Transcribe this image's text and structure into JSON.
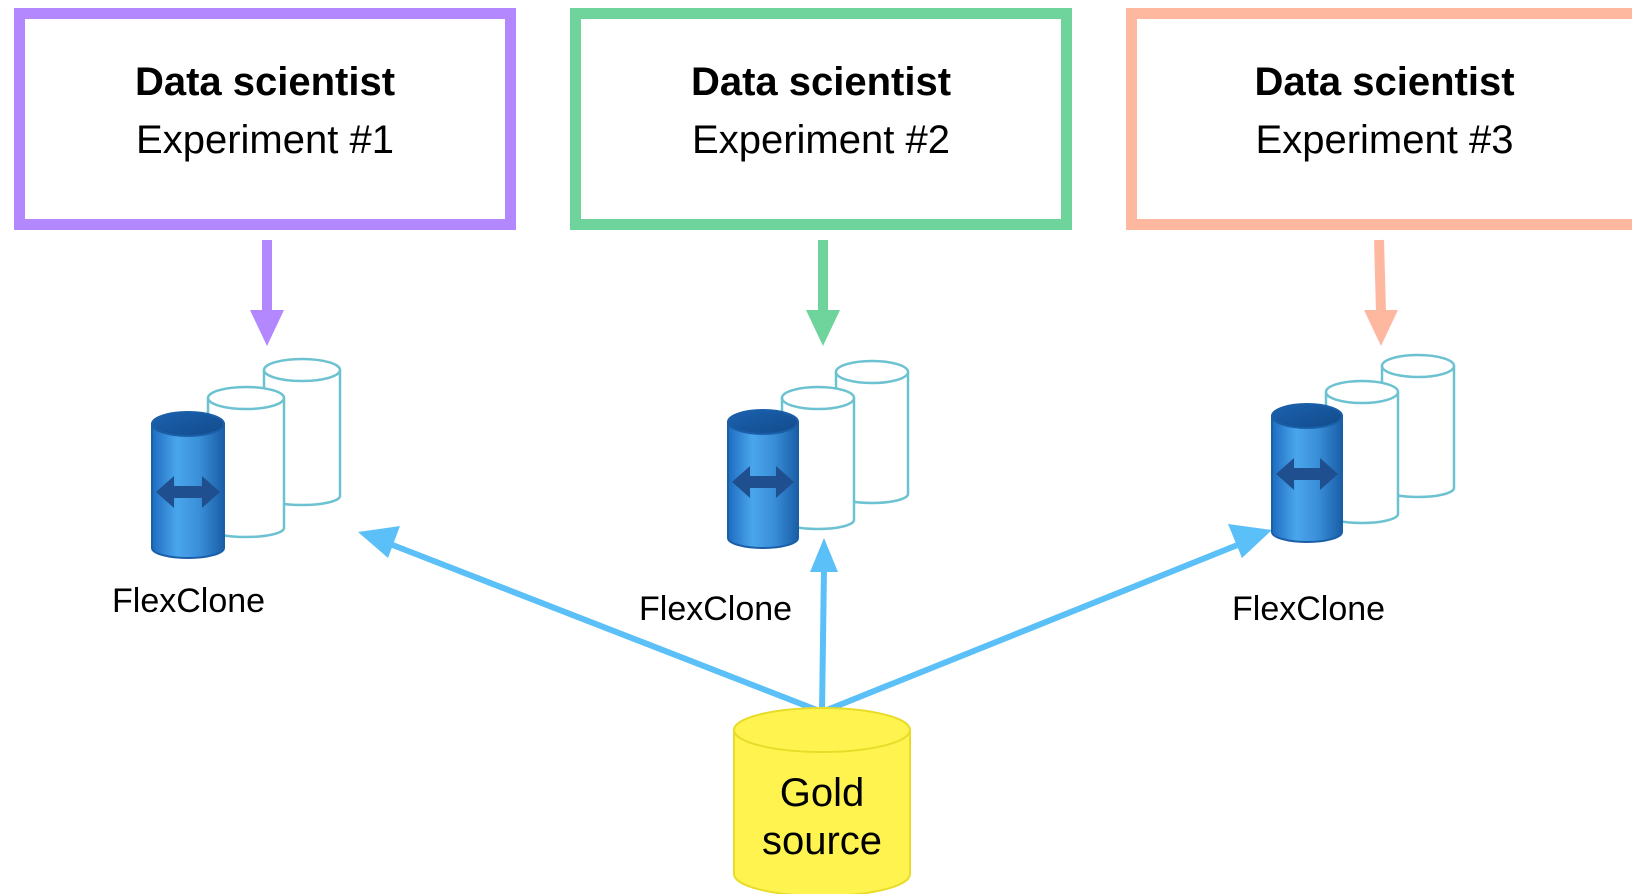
{
  "experiments": [
    {
      "role": "Data scientist",
      "name": "Experiment #1",
      "color": "#B388FF"
    },
    {
      "role": "Data scientist",
      "name": "Experiment #2",
      "color": "#6FD49B"
    },
    {
      "role": "Data scientist",
      "name": "Experiment #3",
      "color": "#FFB8A0"
    }
  ],
  "clones": [
    {
      "label": "FlexClone"
    },
    {
      "label": "FlexClone"
    },
    {
      "label": "FlexClone"
    }
  ],
  "source": {
    "line1": "Gold",
    "line2": "source",
    "color": "#FFF44F"
  },
  "colors": {
    "flow_arrow": "#5BC0F8",
    "clone_outline": "#6CC2D0",
    "cylinder_blue": "#3A8FD9",
    "cylinder_dark": "#1E5AA0",
    "arrow_glyph": "#1F4F8F"
  },
  "icons": {
    "clone": "flexclone-volume-icon",
    "source": "database-cylinder-icon"
  }
}
